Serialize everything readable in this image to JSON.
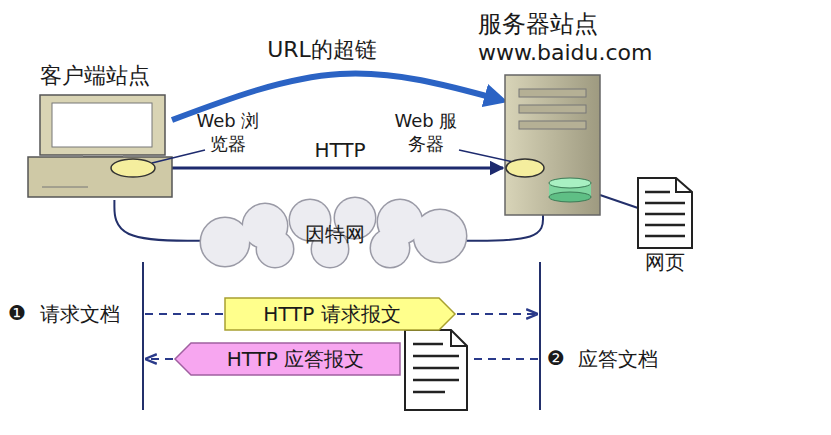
{
  "diagram": {
    "nodes": [
      {
        "text": [
          "客户端站点"
        ]
      },
      {
        "text": [
          "Web 浏览器"
        ],
        "in": 0
      },
      {
        "text": [
          "服务器站点",
          "www.baidu.com"
        ]
      },
      {
        "text": [
          "Web 服务器"
        ],
        "in": 2
      },
      {
        "text": [
          "因特网"
        ]
      },
      {
        "text": [
          "网页"
        ]
      },
      {
        "text": [
          "HTTP 请求报文"
        ]
      },
      {
        "text": [
          "HTTP 应答报文"
        ]
      }
    ],
    "edges": [
      {
        "from": 0,
        "to": 2,
        "label": "URL的超链",
        "arrow": "to"
      },
      {
        "from": 1,
        "to": 3,
        "label": "HTTP",
        "arrow": "both"
      },
      {
        "from": 0,
        "to": 4,
        "arrow": "none"
      },
      {
        "from": 2,
        "to": 4,
        "arrow": "none"
      },
      {
        "from": 2,
        "to": 5,
        "arrow": "none"
      }
    ],
    "labels": [
      "❶",
      "请求文档",
      "❷",
      "应答文档"
    ]
  }
}
